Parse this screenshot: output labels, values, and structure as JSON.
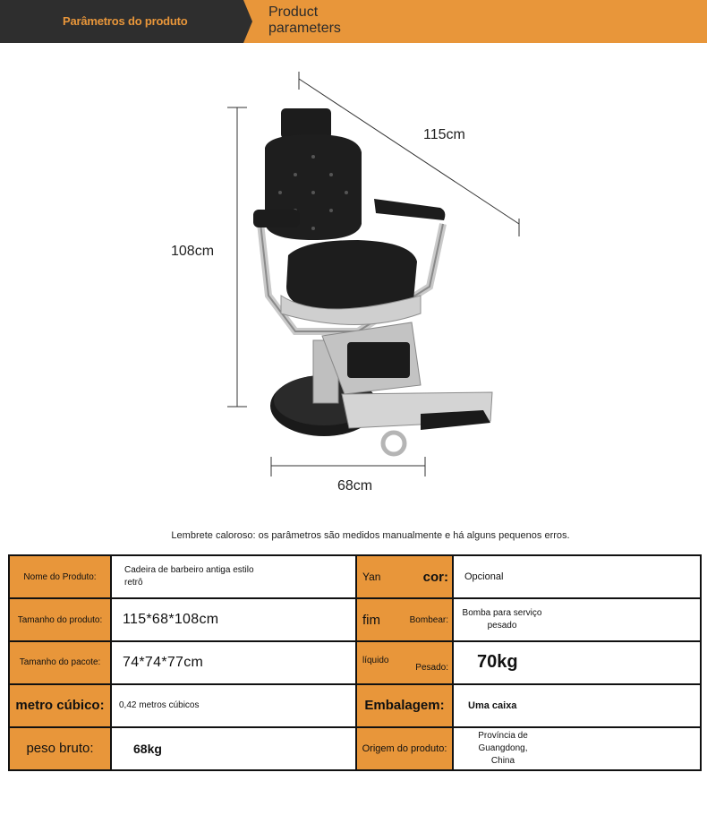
{
  "banner": {
    "pt_title": "Parâmetros do produto",
    "en_title": "Product\nparameters"
  },
  "dimensions": {
    "depth": "115cm",
    "height": "108cm",
    "width": "68cm"
  },
  "note": "Lembrete caloroso: os parâmetros são medidos manualmente e há alguns pequenos erros.",
  "colors": {
    "accent": "#e8963a",
    "dark": "#2e2e2e"
  },
  "specs": {
    "rows": [
      {
        "left_label": "Nome do Produto:",
        "left_value": "Cadeira de barbeiro antiga estilo\nretrô",
        "right_label_a": "Yan",
        "right_label_b": "cor:",
        "right_value": "Opcional"
      },
      {
        "left_label": "Tamanho do produto:",
        "left_value": "115*68*108cm",
        "right_label_a": "fim",
        "right_label_b": "Bombear:",
        "right_value": "Bomba para serviço\npesado"
      },
      {
        "left_label": "Tamanho do pacote:",
        "left_value": "74*74*77cm",
        "right_label_a": "líquido",
        "right_label_b": "Pesado:",
        "right_value": "70kg"
      },
      {
        "left_label": "metro cúbico:",
        "left_value": "0,42 metros cúbicos",
        "right_label_a": "Embalagem:",
        "right_label_b": "",
        "right_value": "Uma caixa"
      },
      {
        "left_label": "peso bruto:",
        "left_value": "68kg",
        "right_label_a": "Origem do produto:",
        "right_label_b": "",
        "right_value": "Província de Guangdong,\nChina"
      }
    ]
  }
}
